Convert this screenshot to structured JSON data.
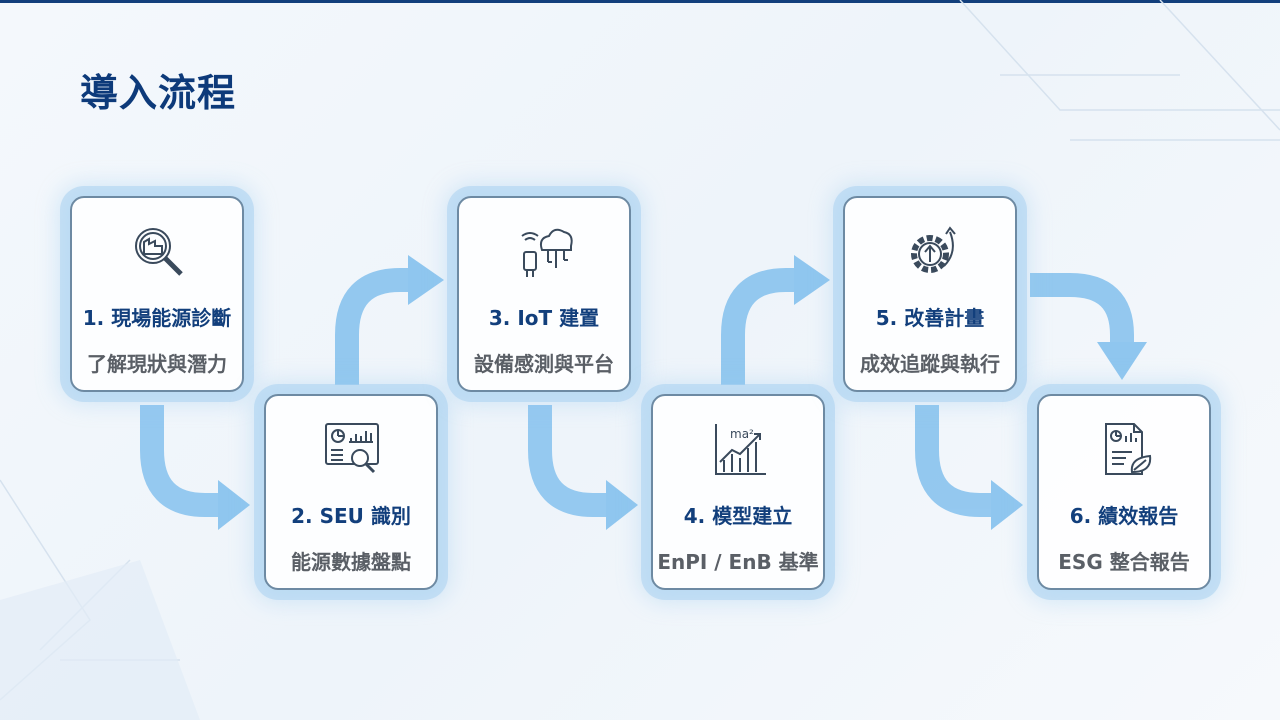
{
  "page_title": "導入流程",
  "steps": [
    {
      "title": "1. 現場能源診斷",
      "subtitle": "了解現狀與潛力",
      "icon": "factory-magnifier-icon"
    },
    {
      "title": "2. SEU 識別",
      "subtitle": "能源數據盤點",
      "icon": "dashboard-analysis-icon"
    },
    {
      "title": "3. IoT 建置",
      "subtitle": "設備感測與平台",
      "icon": "iot-cloud-icon"
    },
    {
      "title": "4. 模型建立",
      "subtitle": "EnPI / EnB 基準",
      "icon": "growth-chart-icon"
    },
    {
      "title": "5. 改善計畫",
      "subtitle": "成效追蹤與執行",
      "icon": "gear-arrow-icon"
    },
    {
      "title": "6. 績效報告",
      "subtitle": "ESG 整合報告",
      "icon": "report-leaf-icon"
    }
  ],
  "colors": {
    "accent": "#123f7c",
    "arrow": "#8fc6ef"
  },
  "icon_text": {
    "ma2": "ma²"
  }
}
